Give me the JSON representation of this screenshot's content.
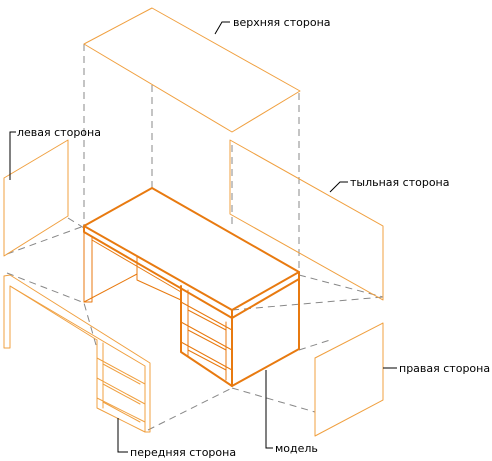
{
  "labels": {
    "top": "верхняя сторона",
    "left": "левая сторона",
    "back": "тыльная сторона",
    "right": "правая сторона",
    "front": "передняя сторона",
    "model": "модель"
  },
  "colors": {
    "projection": "#f0a040",
    "model": "#e87a10",
    "guide": "#888888",
    "text": "#000000"
  }
}
